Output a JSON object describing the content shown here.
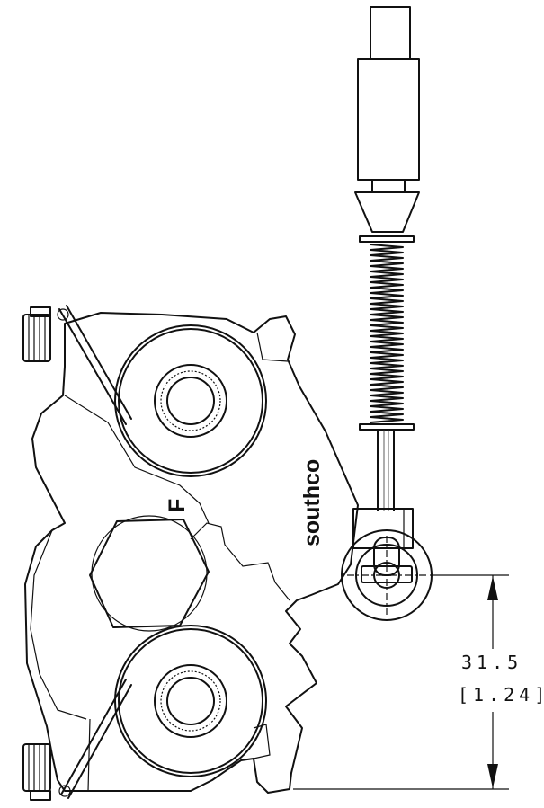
{
  "brand_label": "southco",
  "part_mark": "F",
  "dimension": {
    "mm": "31.5",
    "inch": "[1.24]"
  },
  "colors": {
    "line": "#111111",
    "background": "#ffffff"
  }
}
